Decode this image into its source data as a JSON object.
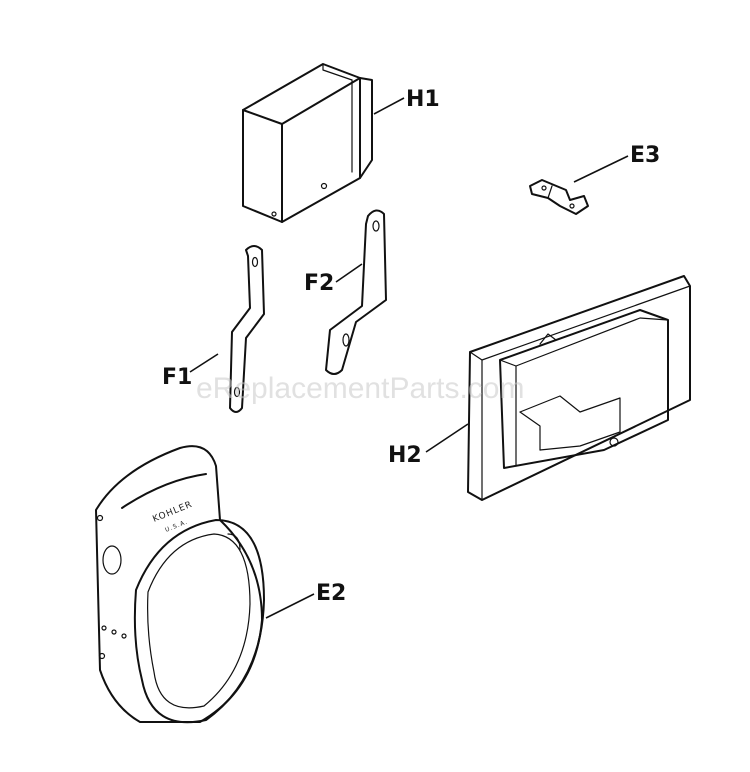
{
  "labels": {
    "h1": "H1",
    "e3": "E3",
    "f2": "F2",
    "f1": "F1",
    "h2": "H2",
    "e2": "E2"
  },
  "brand": {
    "name": "KOHLER",
    "origin": "U.S.A."
  },
  "watermark": "eReplacementParts.com"
}
